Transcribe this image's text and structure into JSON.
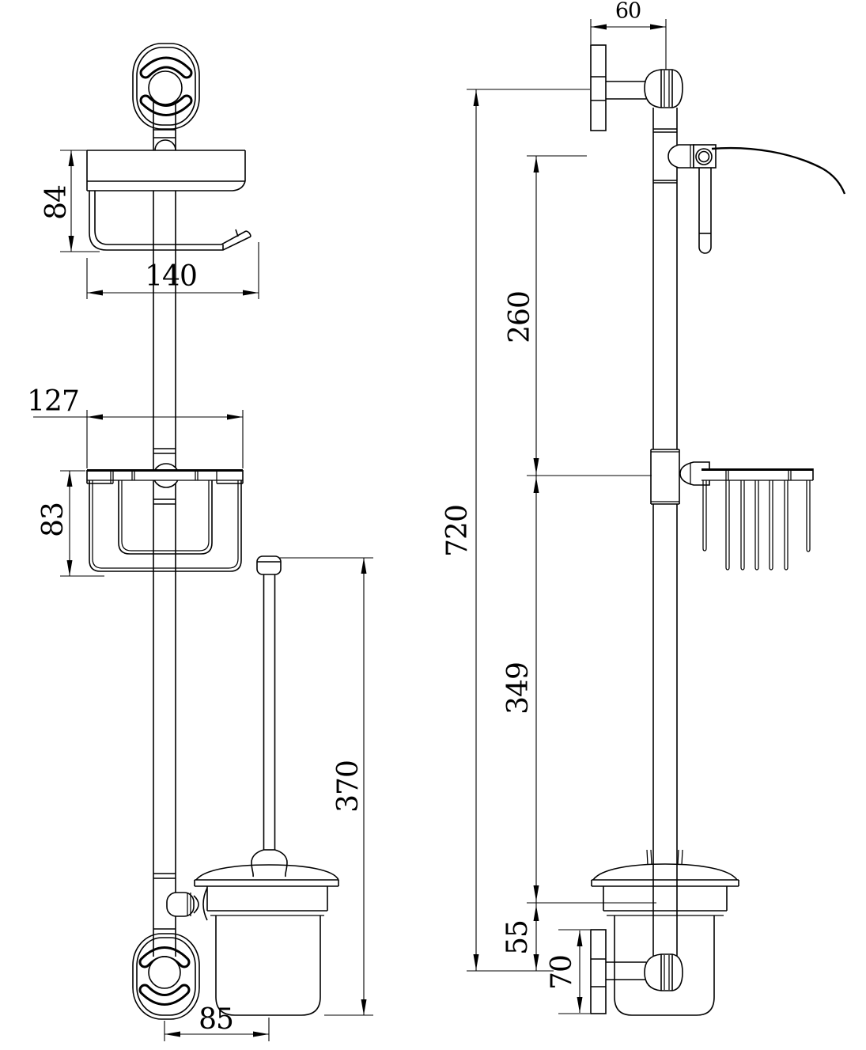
{
  "canvas": {
    "background": "#ffffff",
    "line_color": "#000000"
  },
  "dimensions": {
    "front_view": {
      "shelf_height": "84",
      "shelf_width": "140",
      "basket_width": "127",
      "basket_height": "83",
      "brush_length": "370",
      "brush_offset": "85"
    },
    "side_view": {
      "wall_mount_depth": "60",
      "mount_to_basket": "260",
      "overall_height": "720",
      "basket_to_cup": "349",
      "cup_to_bottom_mount": "55",
      "bottom_plate_height": "70"
    }
  }
}
